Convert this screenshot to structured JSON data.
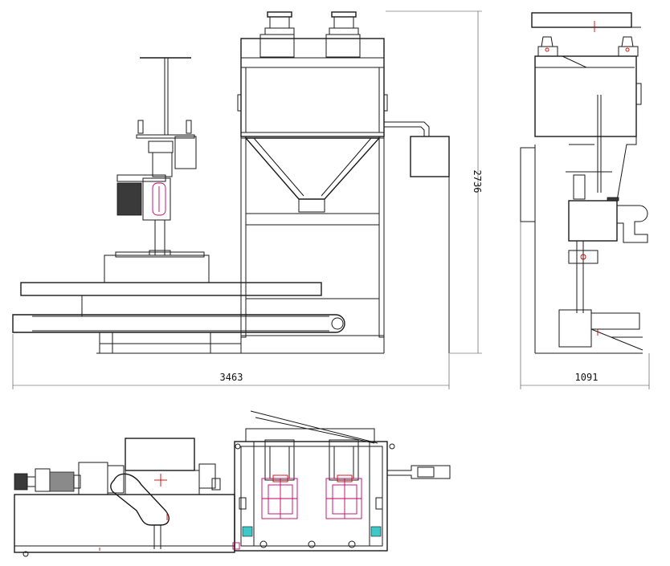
{
  "dimensions": {
    "overall_length": "3463",
    "overall_height": "2736",
    "side_width": "1091"
  },
  "colors": {
    "line": "#1a1a1a",
    "accent_magenta": "#c0006a",
    "accent_red": "#d40000",
    "accent_cyan": "#3fc8c8"
  }
}
